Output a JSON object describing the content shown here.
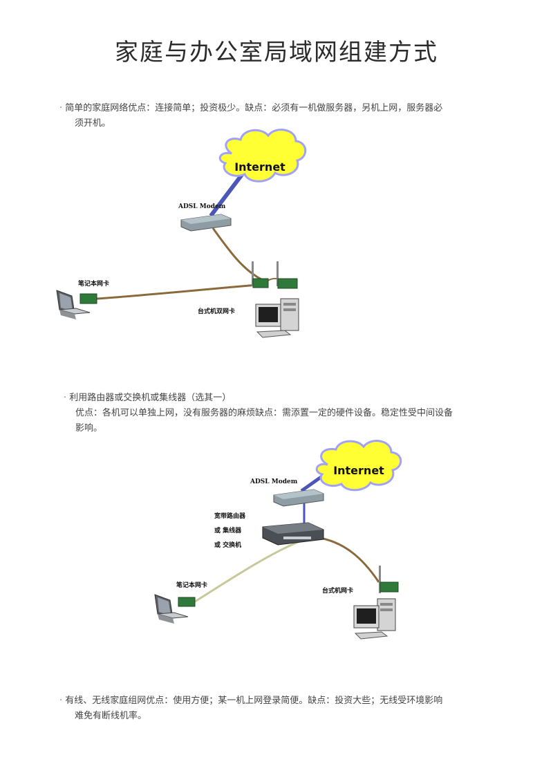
{
  "title": "家庭与办公室局域网组建方式",
  "sections": [
    {
      "bullet": "·",
      "line1": "简单的家庭网络优点：连接简单；投资极少。缺点：必须有一机做服务器，另机上网，服务器必",
      "line2": "须开机。"
    },
    {
      "bullet": "·",
      "line1": "利用路由器或交换机或集线器（选其一）",
      "line2": "优点：各机可以单独上网，没有服务器的麻烦缺点：需添置一定的硬件设备。稳定性受中间设备",
      "line3": "影响。"
    },
    {
      "bullet": "·",
      "line1": "有线、无线家庭组网优点：使用方便；某一机上网登录简便。缺点：投资大些；无线受环境影响",
      "line2": "难免有断线机率。"
    }
  ],
  "diagram1": {
    "internet": "Internet",
    "modem": "ADSL Modem",
    "laptop_nic": "笔记本网卡",
    "desktop_nic": "台式机双网卡"
  },
  "diagram2": {
    "internet": "Internet",
    "modem": "ADSL Modem",
    "router_line1": "宽带路由器",
    "router_line2": "或 集线器",
    "router_line3": "或 交换机",
    "laptop_nic": "笔记本网卡",
    "desktop_nic": "台式机网卡"
  },
  "colors": {
    "cloud_fill": "#ffff33",
    "cloud_stroke": "#a0a0ff",
    "phone_line": "#4a56b8",
    "ethernet_cable": "#8a6a3a",
    "nic_green": "#2f7a3a"
  }
}
